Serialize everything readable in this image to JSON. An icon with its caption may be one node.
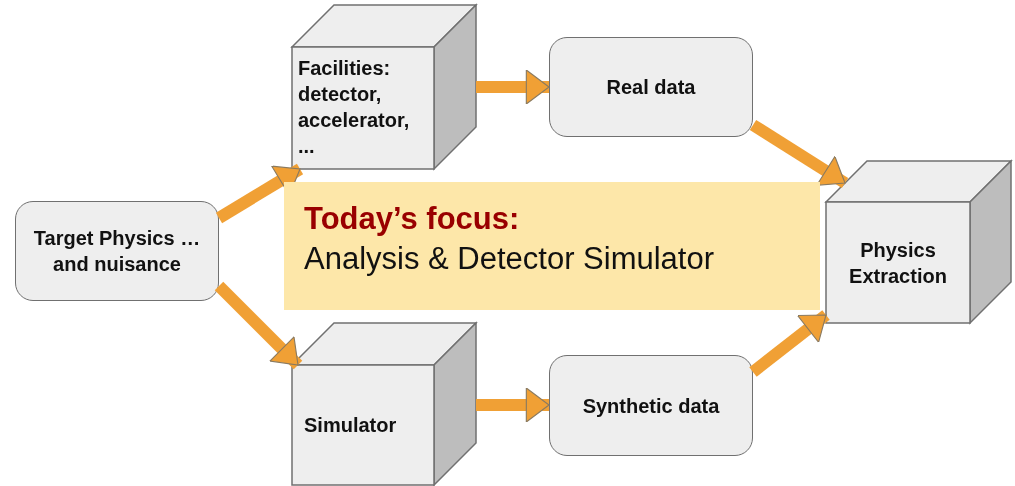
{
  "diagram": {
    "nodes": [
      {
        "text": [
          "Target Physics … and nuisance"
        ]
      },
      {
        "text": [
          "Facilities: detector, accelerator, ..."
        ]
      },
      {
        "text": [
          "Real data"
        ]
      },
      {
        "text": [
          "Today’s focus:",
          "Analysis & Detector Simulator"
        ]
      },
      {
        "text": [
          "Simulator"
        ]
      },
      {
        "text": [
          "Synthetic data"
        ]
      },
      {
        "text": [
          "Physics Extraction"
        ]
      }
    ],
    "edges": [
      {
        "from": 0,
        "to": 1,
        "arrow": "to"
      },
      {
        "from": 0,
        "to": 4,
        "arrow": "to"
      },
      {
        "from": 1,
        "to": 2,
        "arrow": "to"
      },
      {
        "from": 4,
        "to": 5,
        "arrow": "to"
      },
      {
        "from": 2,
        "to": 6,
        "arrow": "to"
      },
      {
        "from": 5,
        "to": 6,
        "arrow": "to"
      }
    ]
  }
}
